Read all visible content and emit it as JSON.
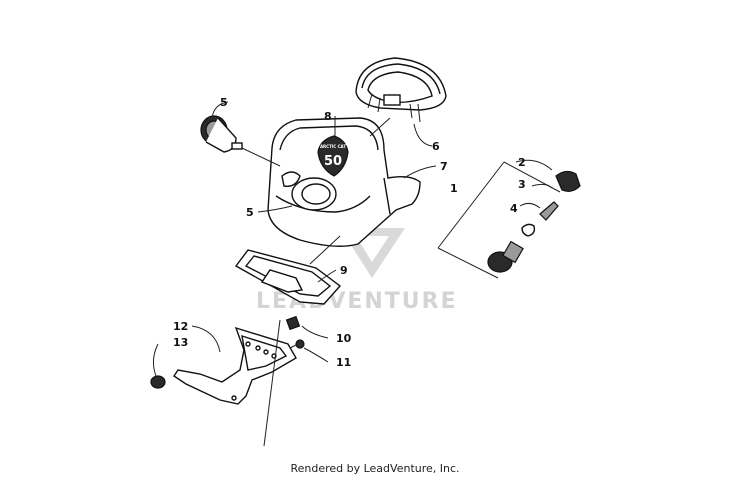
{
  "watermark": {
    "text": "LEADVENTURE"
  },
  "badge": {
    "brand": "ARCTIC CAT",
    "number": "50"
  },
  "callouts": {
    "c1": "1",
    "c2": "2",
    "c3": "3",
    "c4": "4",
    "c5a": "5",
    "c5b": "5",
    "c6": "6",
    "c7": "7",
    "c8": "8",
    "c9": "9",
    "c10": "10",
    "c11": "11",
    "c12": "12",
    "c13": "13"
  },
  "footer": {
    "text": "Rendered by LeadVenture, Inc."
  }
}
